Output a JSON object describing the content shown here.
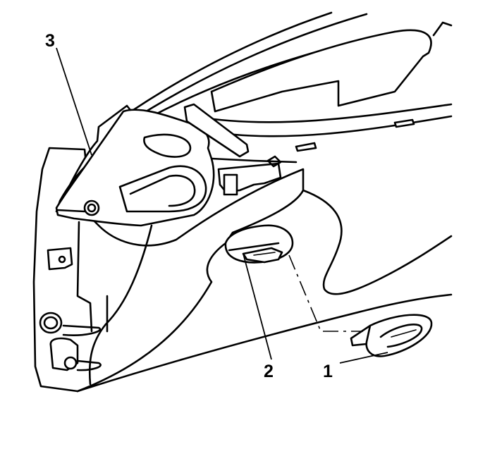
{
  "callouts": {
    "c1": "1",
    "c2": "2",
    "c3": "3"
  },
  "parts": [
    {
      "callout": "1",
      "icon": "air-vent-outlet"
    },
    {
      "callout": "2",
      "icon": "vent-retaining-clip"
    },
    {
      "callout": "3",
      "icon": "instrument-panel-end-section"
    }
  ],
  "colors": {
    "line": "#000000",
    "background": "#ffffff"
  }
}
